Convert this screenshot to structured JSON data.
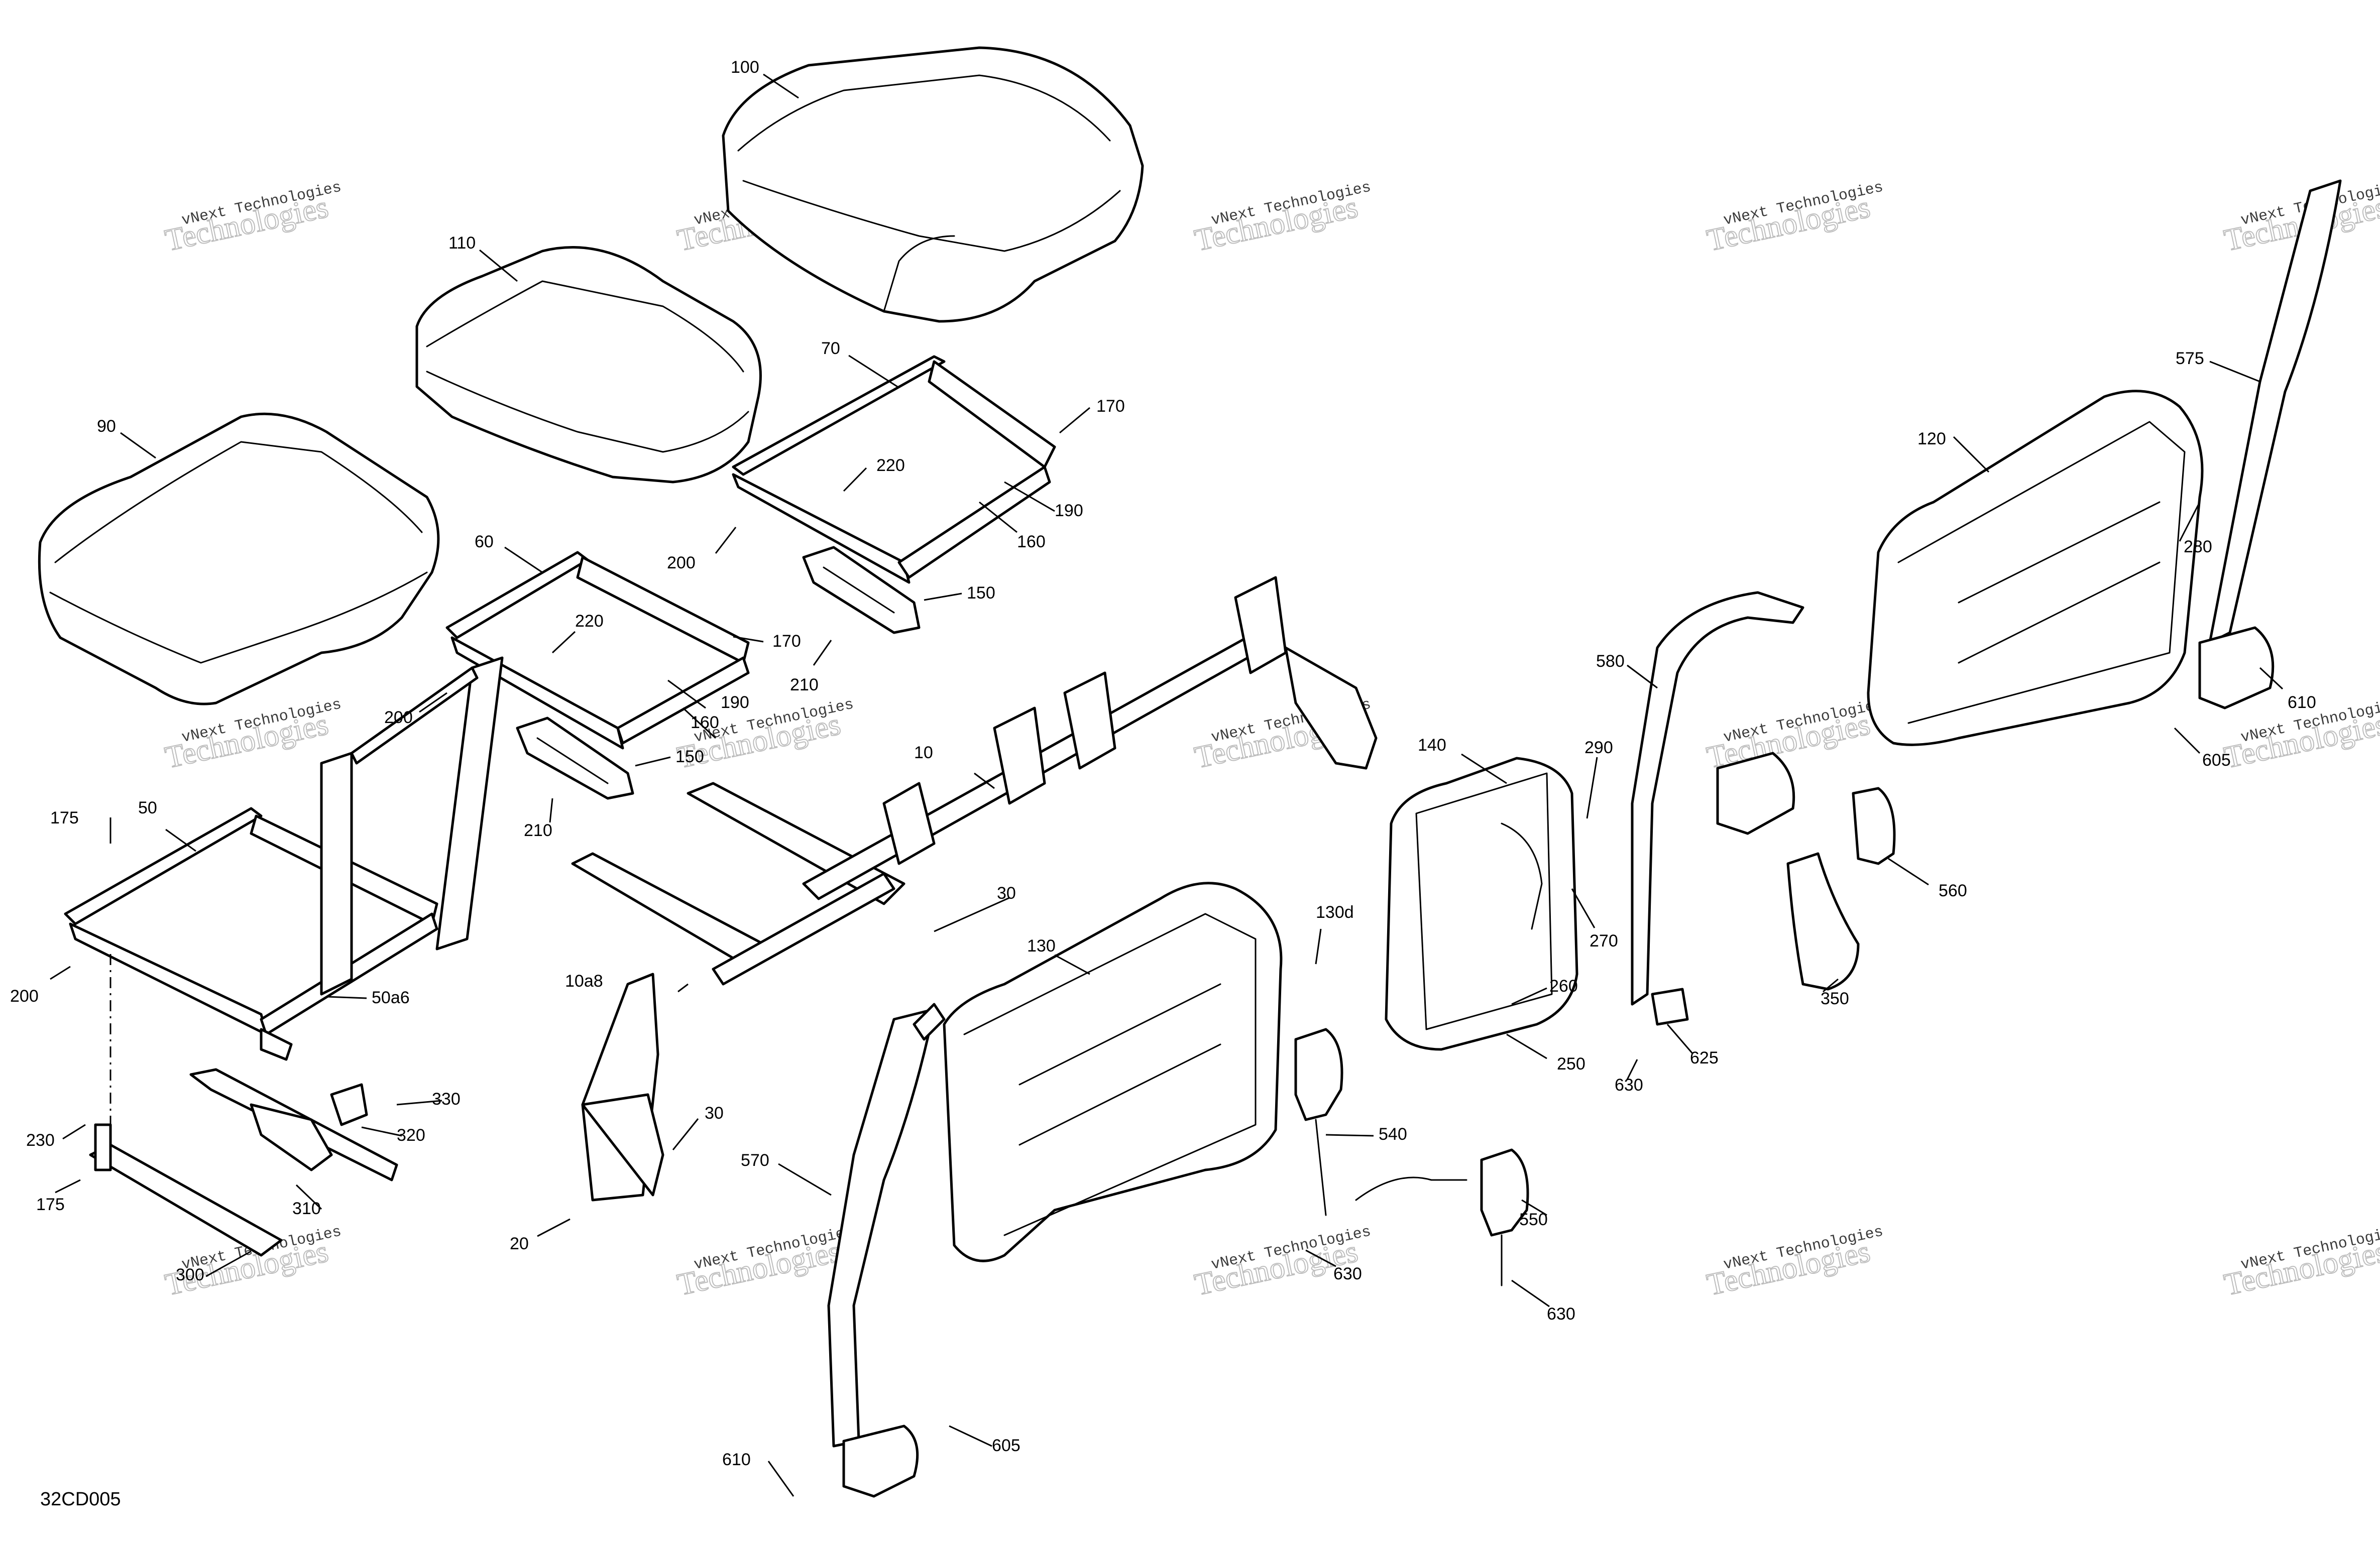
{
  "diagram_code": "32CD005",
  "watermark": {
    "small_text": "vNext Technologies",
    "big_text": "Technologies",
    "small_prefix": "vNext"
  },
  "callouts": {
    "c100": "100",
    "c110": "110",
    "c90": "90",
    "c70": "70",
    "c170a": "170",
    "c220a": "220",
    "c190a": "190",
    "c160a": "160",
    "c200a": "200",
    "c150a": "150",
    "c210a": "210",
    "c60": "60",
    "c220b": "220",
    "c170b": "170",
    "c160b": "160",
    "c190b": "190",
    "c200b": "200",
    "c150b": "150",
    "c210b": "210",
    "c10": "10",
    "c175a": "175",
    "c50": "50",
    "c200c": "200",
    "c50a6": "50a6",
    "c30a": "30",
    "c10a8": "10a8",
    "c30b": "30",
    "c20": "20",
    "c230": "230",
    "c175b": "175",
    "c330": "330",
    "c320": "320",
    "c310": "310",
    "c300": "300",
    "c130": "130",
    "c130d": "130d",
    "c570": "570",
    "c605a": "605",
    "c610a": "610",
    "c140": "140",
    "c290": "290",
    "c270": "270",
    "c260": "260",
    "c250": "250",
    "c540": "540",
    "c630a": "630",
    "c550": "550",
    "c630b": "630",
    "c580": "580",
    "c625": "625",
    "c630c": "630",
    "c350": "350",
    "c560": "560",
    "c120": "120",
    "c575": "575",
    "c280": "280",
    "c610b": "610",
    "c605b": "605"
  }
}
